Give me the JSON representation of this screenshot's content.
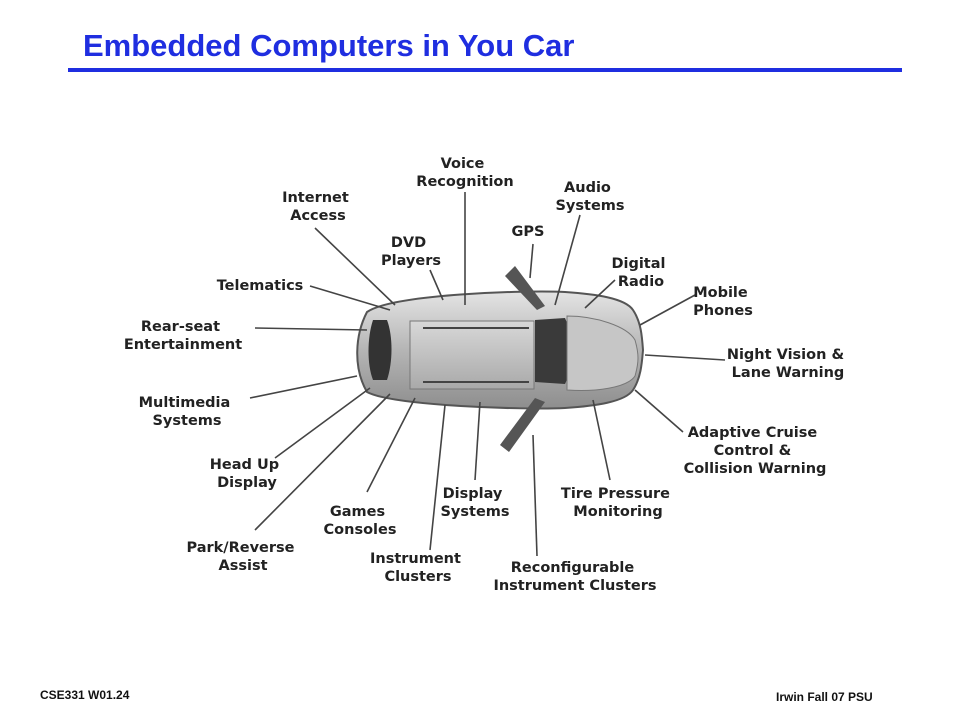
{
  "slide": {
    "title": "Embedded Computers in You Car",
    "footer_left": "CSE331  W01.24",
    "footer_right": "Irwin Fall 07  PSU"
  },
  "diagram": {
    "labels": [
      {
        "key": "voice",
        "lines": [
          "Voice",
          "Recognition"
        ]
      },
      {
        "key": "internet",
        "lines": [
          "Internet",
          "Access"
        ]
      },
      {
        "key": "audio",
        "lines": [
          "Audio",
          "Systems"
        ]
      },
      {
        "key": "dvd",
        "lines": [
          "DVD",
          "Players"
        ]
      },
      {
        "key": "gps",
        "lines": [
          "GPS"
        ]
      },
      {
        "key": "digital",
        "lines": [
          "Digital",
          "Radio"
        ]
      },
      {
        "key": "telematics",
        "lines": [
          "Telematics"
        ]
      },
      {
        "key": "mobile",
        "lines": [
          "Mobile",
          "Phones"
        ]
      },
      {
        "key": "rearseat",
        "lines": [
          "Rear-seat",
          "Entertainment"
        ]
      },
      {
        "key": "night",
        "lines": [
          "Night Vision &",
          "Lane Warning"
        ]
      },
      {
        "key": "multimedia",
        "lines": [
          "Multimedia",
          "Systems"
        ]
      },
      {
        "key": "adaptive",
        "lines": [
          "Adaptive Cruise",
          "Control &",
          "Collision Warning"
        ]
      },
      {
        "key": "headup",
        "lines": [
          "Head Up",
          "Display"
        ]
      },
      {
        "key": "display",
        "lines": [
          "Display",
          "Systems"
        ]
      },
      {
        "key": "tire",
        "lines": [
          "Tire Pressure",
          "Monitoring"
        ]
      },
      {
        "key": "games",
        "lines": [
          "Games",
          "Consoles"
        ]
      },
      {
        "key": "park",
        "lines": [
          "Park/Reverse",
          "Assist"
        ]
      },
      {
        "key": "instrument",
        "lines": [
          "Instrument",
          "Clusters"
        ]
      },
      {
        "key": "reconfig",
        "lines": [
          "Reconfigurable",
          "Instrument Clusters"
        ]
      }
    ]
  }
}
